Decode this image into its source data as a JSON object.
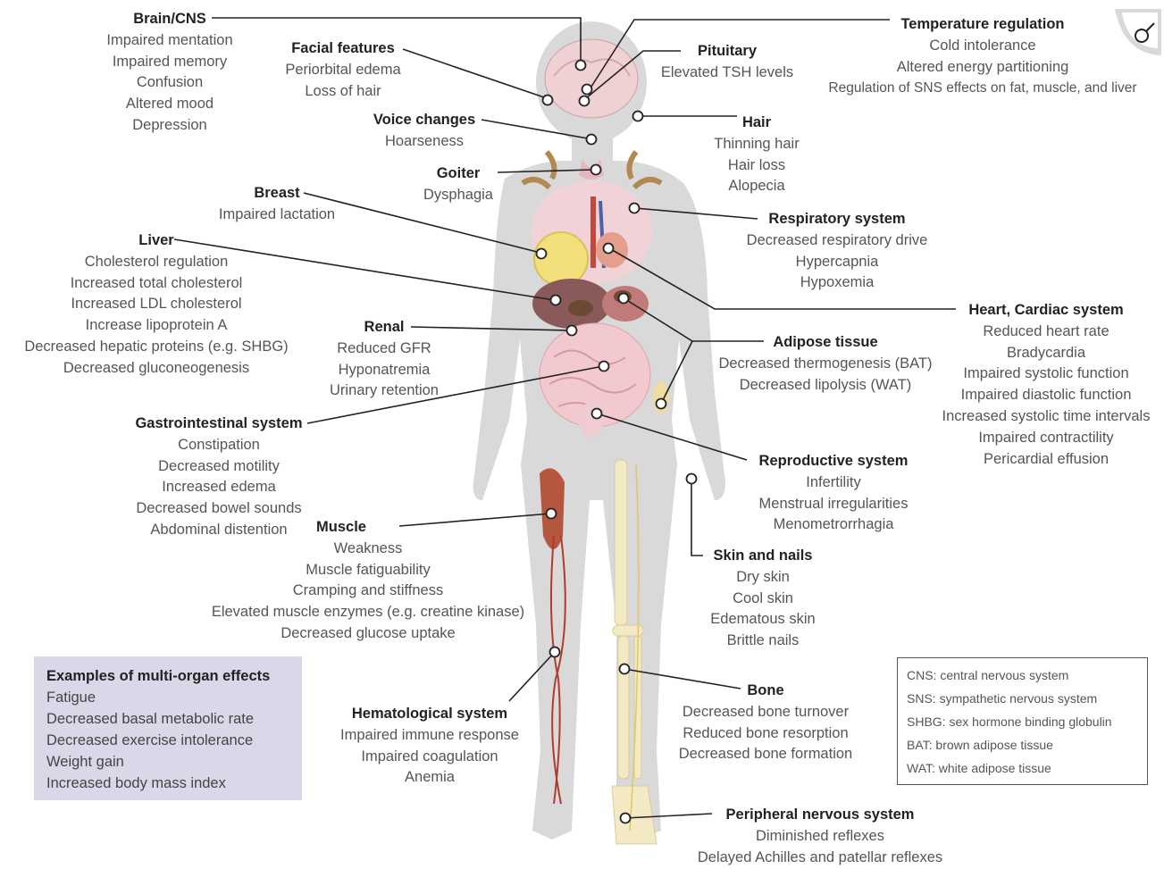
{
  "callouts": {
    "brain": {
      "title": "Brain/CNS",
      "items": [
        "Impaired mentation",
        "Impaired memory",
        "Confusion",
        "Altered mood",
        "Depression"
      ]
    },
    "facial": {
      "title": "Facial features",
      "items": [
        "Periorbital edema",
        "Loss of hair"
      ]
    },
    "pituitary": {
      "title": "Pituitary",
      "items": [
        "Elevated TSH levels"
      ]
    },
    "temperature": {
      "title": "Temperature regulation",
      "items": [
        "Cold intolerance",
        "Altered energy partitioning",
        "Regulation of SNS effects on fat, muscle, and liver"
      ]
    },
    "voice": {
      "title": "Voice changes",
      "items": [
        "Hoarseness"
      ]
    },
    "hair": {
      "title": "Hair",
      "items": [
        "Thinning hair",
        "Hair loss",
        "Alopecia"
      ]
    },
    "goiter": {
      "title": "Goiter",
      "items": [
        "Dysphagia"
      ]
    },
    "breast": {
      "title": "Breast",
      "items": [
        "Impaired lactation"
      ]
    },
    "respiratory": {
      "title": "Respiratory system",
      "items": [
        "Decreased respiratory drive",
        "Hypercapnia",
        "Hypoxemia"
      ]
    },
    "liver": {
      "title": "Liver",
      "items": [
        "Cholesterol regulation",
        "Increased total cholesterol",
        "Increased LDL cholesterol",
        "Increase lipoprotein A",
        "Decreased hepatic proteins (e.g. SHBG)",
        "Decreased gluconeogenesis"
      ]
    },
    "heart": {
      "title": "Heart, Cardiac system",
      "items": [
        "Reduced heart rate",
        "Bradycardia",
        "Impaired systolic function",
        "Impaired diastolic function",
        "Increased systolic time intervals",
        "Impaired contractility",
        "Pericardial effusion"
      ]
    },
    "renal": {
      "title": "Renal",
      "items": [
        "Reduced GFR",
        "Hyponatremia",
        "Urinary retention"
      ]
    },
    "adipose": {
      "title": "Adipose tissue",
      "items": [
        "Decreased thermogenesis (BAT)",
        "Decreased lipolysis (WAT)"
      ]
    },
    "gi": {
      "title": "Gastrointestinal system",
      "items": [
        "Constipation",
        "Decreased motility",
        "Increased edema",
        "Decreased bowel sounds",
        "Abdominal distention"
      ]
    },
    "reproductive": {
      "title": "Reproductive system",
      "items": [
        "Infertility",
        "Menstrual irregularities",
        "Menometrorrhagia"
      ]
    },
    "muscle": {
      "title": "Muscle",
      "items": [
        "Weakness",
        "Muscle fatiguability",
        "Cramping and stiffness",
        "Elevated muscle enzymes (e.g. creatine kinase)",
        "Decreased glucose uptake"
      ]
    },
    "skin": {
      "title": "Skin and nails",
      "items": [
        "Dry skin",
        "Cool skin",
        "Edematous skin",
        "Brittle nails"
      ]
    },
    "bone": {
      "title": "Bone",
      "items": [
        "Decreased bone turnover",
        "Reduced bone resorption",
        "Decreased bone formation"
      ]
    },
    "hematological": {
      "title": "Hematological system",
      "items": [
        "Impaired immune response",
        "Impaired coagulation",
        "Anemia"
      ]
    },
    "peripheral": {
      "title": "Peripheral nervous system",
      "items": [
        "Diminished reflexes",
        "Delayed Achilles and patellar reflexes"
      ]
    }
  },
  "multi_organ_box": {
    "title": "Examples of multi-organ effects",
    "items": [
      "Fatigue",
      "Decreased basal metabolic rate",
      "Decreased exercise intolerance",
      "Weight gain",
      "Increased body mass index"
    ]
  },
  "abbreviations": [
    "CNS: central nervous system",
    "SNS: sympathetic nervous system",
    "SHBG: sex hormone binding globulin",
    "BAT: brown adipose tissue",
    "WAT: white adipose tissue"
  ],
  "colors": {
    "body_silhouette": "#d8d8d8",
    "organ_pink": "#efc9cf",
    "muscle": "#b5573e",
    "bone": "#f3e9c4",
    "box_fill": "#d9d8e9",
    "leader": "#222222"
  },
  "icons": {
    "corner_badge": "magnifier-icon"
  }
}
